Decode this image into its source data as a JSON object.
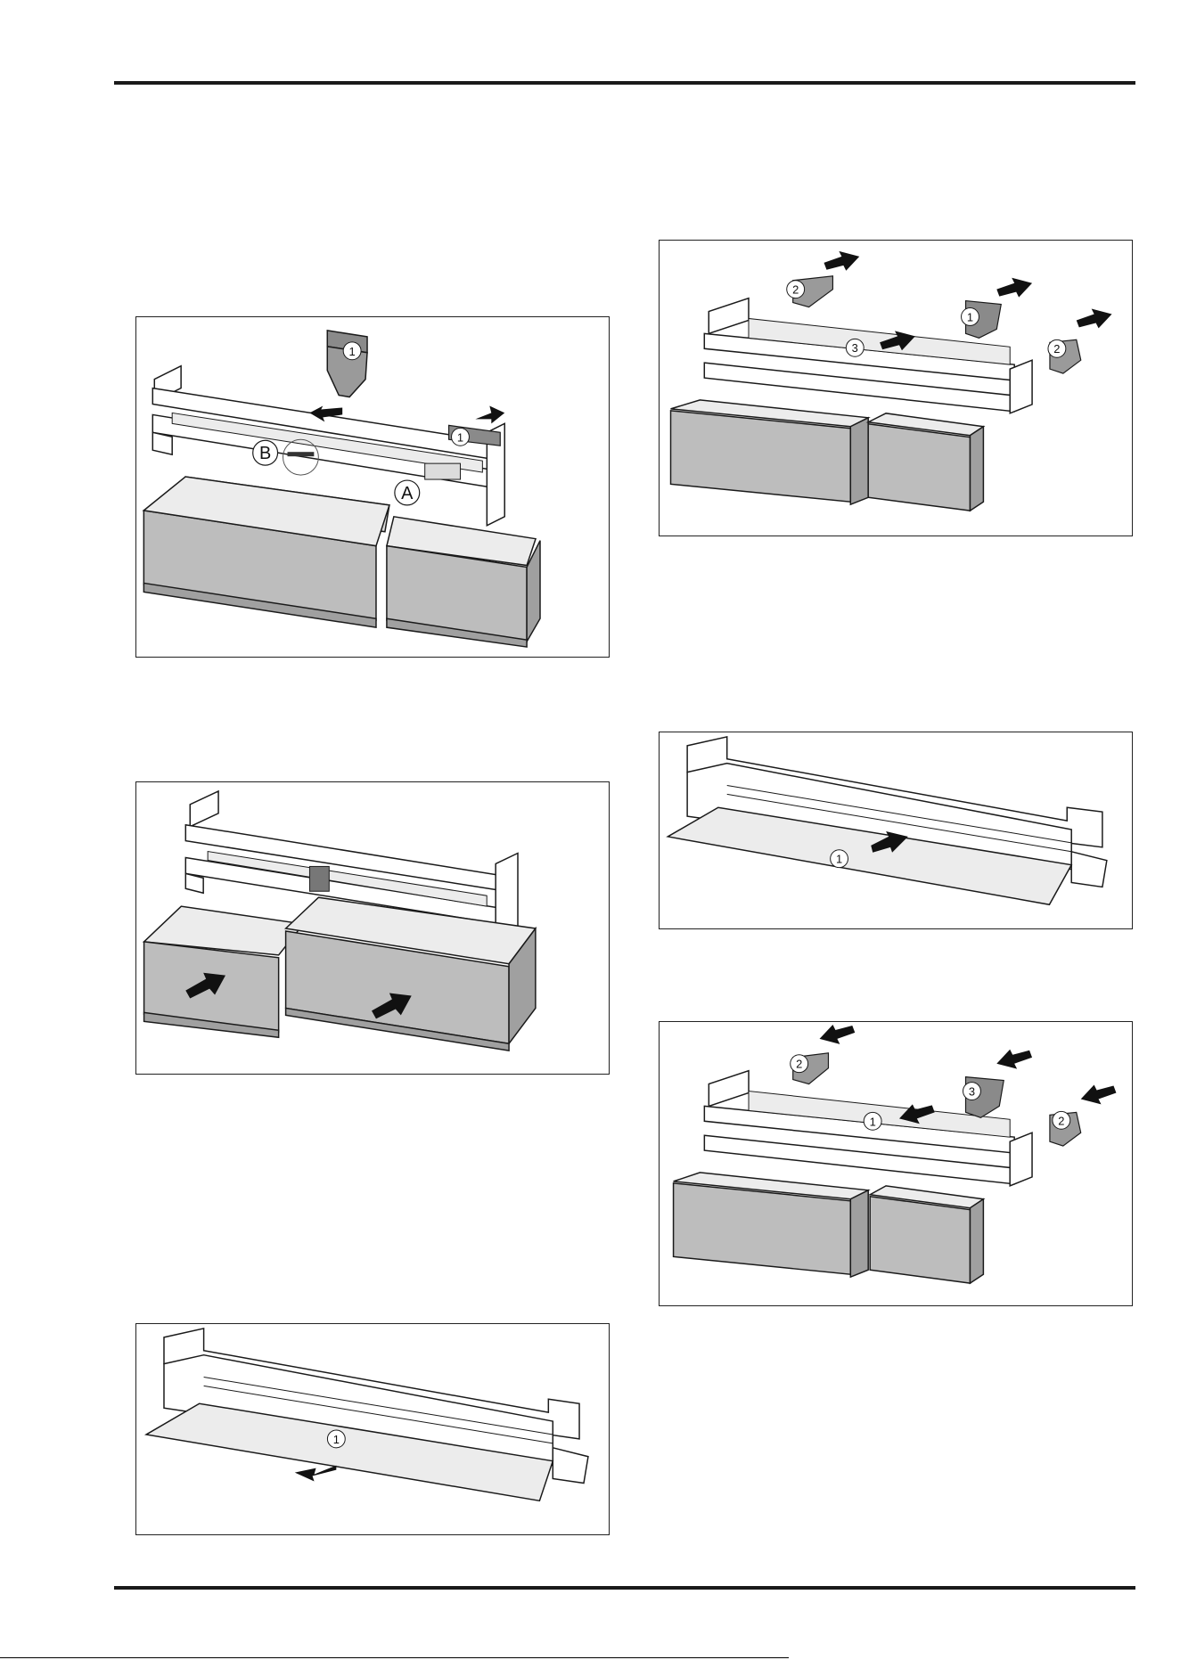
{
  "figures": [
    {
      "id": "fig-left-1",
      "callouts": [
        "1",
        "1",
        "A",
        "B"
      ]
    },
    {
      "id": "fig-left-2",
      "callouts": []
    },
    {
      "id": "fig-left-3",
      "callouts": [
        "1"
      ]
    },
    {
      "id": "fig-right-1",
      "callouts": [
        "2",
        "1",
        "3",
        "2"
      ]
    },
    {
      "id": "fig-right-2",
      "callouts": [
        "1"
      ]
    },
    {
      "id": "fig-right-3",
      "callouts": [
        "2",
        "3",
        "1",
        "2"
      ]
    }
  ],
  "colors": {
    "line": "#1a1a1a",
    "drawer_fill": "#bdbdbd",
    "drawer_inner": "#d9d9d9",
    "shelf_fill": "#ececec",
    "part_fill": "#8a8a8a",
    "arrow": "#111111"
  }
}
